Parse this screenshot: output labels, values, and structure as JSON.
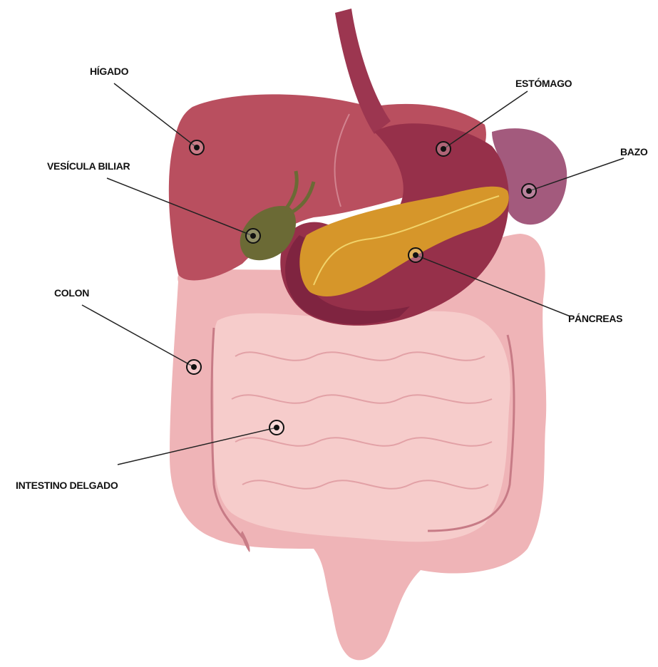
{
  "labels": {
    "liver": "HÍGADO",
    "gallbladder": "VESÍCULA BILIAR",
    "colon": "COLON",
    "small_intestine": "INTESTINO DELGADO",
    "stomach": "ESTÓMAGO",
    "spleen": "BAZO",
    "pancreas": "PÁNCREAS"
  },
  "colors": {
    "background": "#ffffff",
    "liver": "#b94f5f",
    "stomach": "#96304a",
    "spleen": "#a35a7d",
    "pancreas": "#d6962a",
    "gallbladder": "#6b6a35",
    "intestine": "#f4c3c4",
    "colon": "#efb4b7",
    "leader_line": "#222222"
  }
}
